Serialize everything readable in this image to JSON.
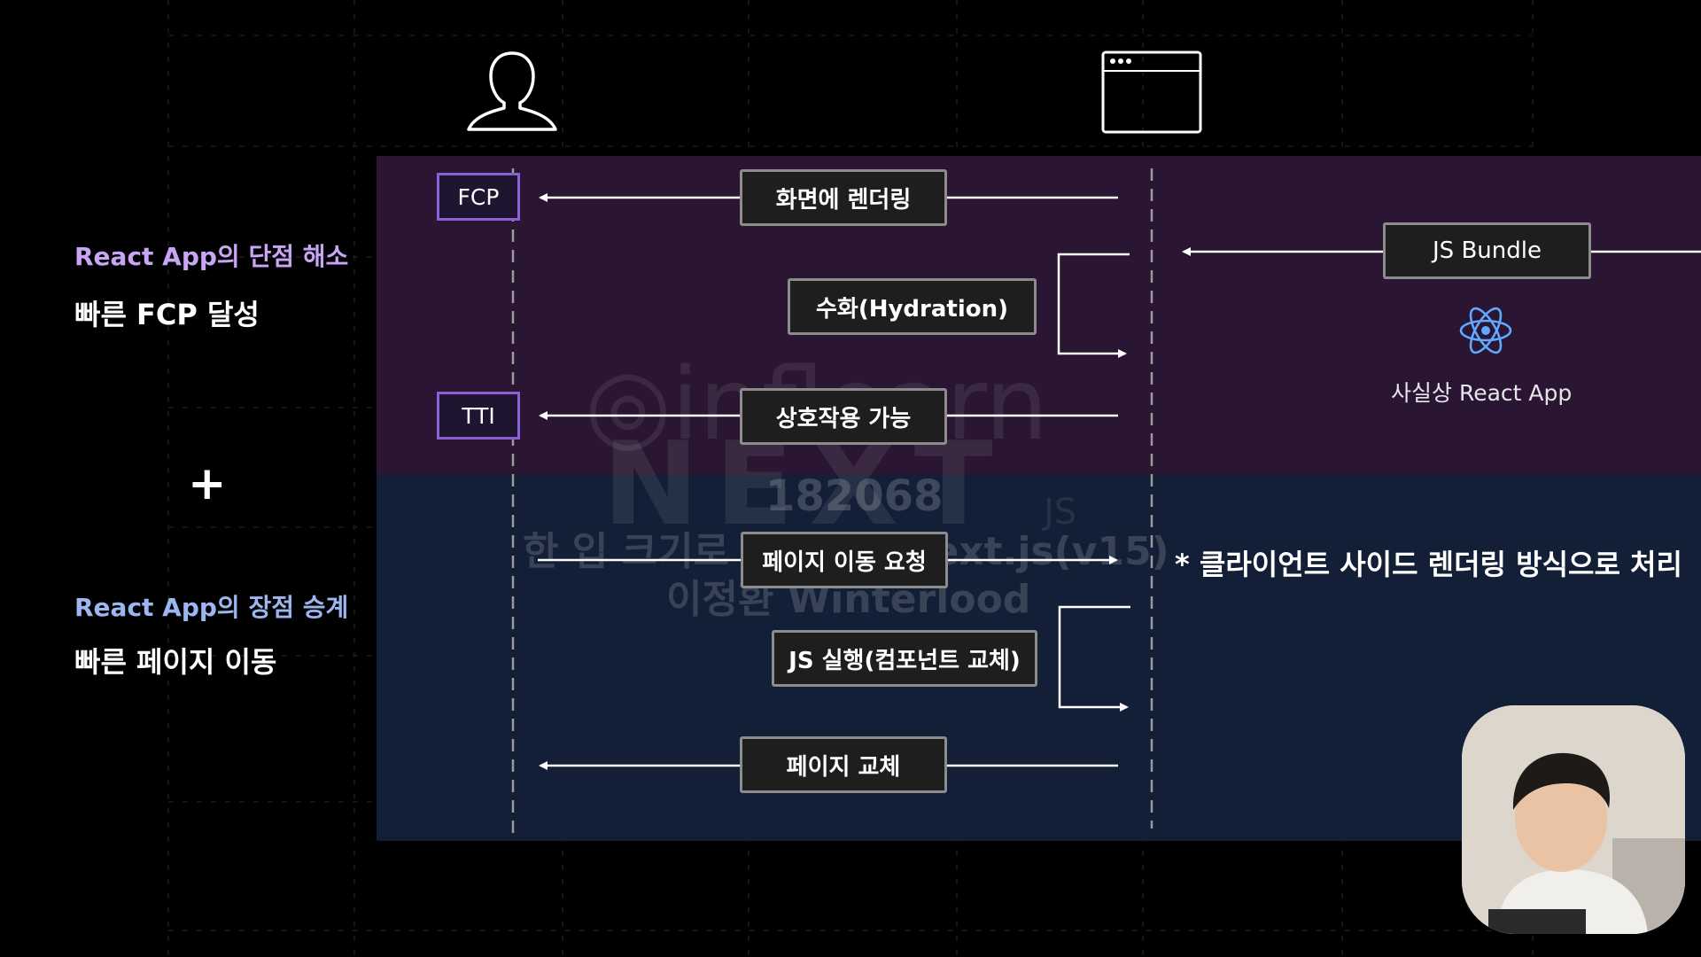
{
  "actors": {
    "user_icon": "person-icon",
    "browser_icon": "browser-window-icon"
  },
  "left_panel": {
    "section1_title": "React App의 단점 해소",
    "section1_subtitle": "빠른 FCP 달성",
    "plus": "+",
    "section2_title": "React App의 장점 승계",
    "section2_subtitle": "빠른 페이지 이동"
  },
  "tags": {
    "fcp": "FCP",
    "tti": "TTI"
  },
  "messages": {
    "render": "화면에 렌더링",
    "hydration": "수화(Hydration)",
    "interactive": "상호작용 가능",
    "page_nav": "페이지 이동 요청",
    "js_exec": "JS 실행(컴포넌트 교체)",
    "page_replace": "페이지 교체",
    "js_bundle": "JS Bundle"
  },
  "react_app": {
    "icon": "react-atom-icon",
    "label": "사실상 React App"
  },
  "note": "* 클라이언트 사이드 렌더링 방식으로 처리",
  "watermark": {
    "brand": "inflearn",
    "course_mark": "NEXT",
    "course_mark_suffix": "JS",
    "id": "182068",
    "course": "한 입 크기로 잘라먹는 Next.js(v15)",
    "author": "이정환 Winterlood"
  },
  "colors": {
    "accent_purple": "#c9a6f5",
    "accent_blue": "#9bb6f0",
    "tag_border": "#8b5fd6",
    "band_top": "#2a1632",
    "band_bottom": "#121f36",
    "react_blue": "#61a8ff"
  }
}
